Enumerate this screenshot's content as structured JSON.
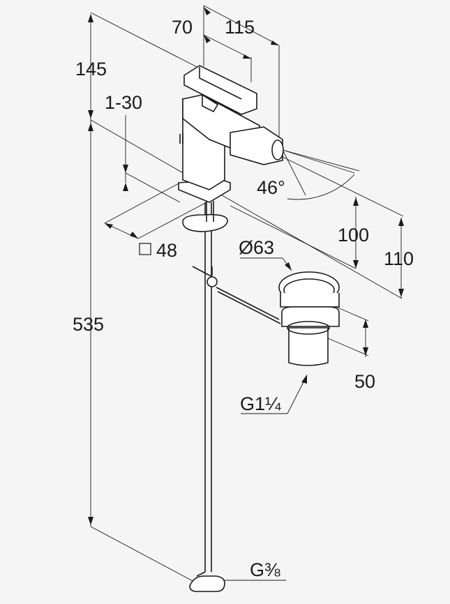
{
  "dimensions": {
    "spout_length": "115",
    "handle_offset": "70",
    "body_height": "145",
    "deck_thickness": "1-30",
    "base_size": "48",
    "pipe_length": "535",
    "spray_angle": "46°",
    "spout_height_1": "100",
    "spout_height_2": "110",
    "waste_diameter": "Ø63",
    "waste_height": "50",
    "waste_thread": "G1¼",
    "supply_thread": "G⅜"
  },
  "icons": {
    "square_symbol": "square-icon"
  }
}
